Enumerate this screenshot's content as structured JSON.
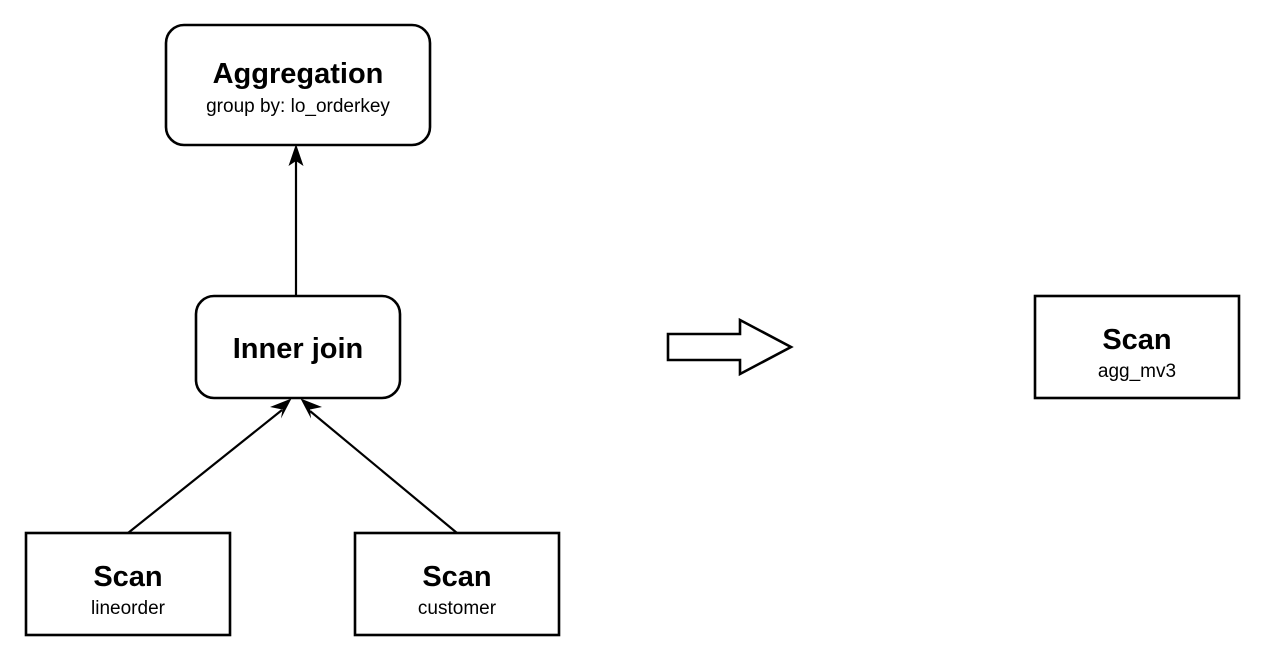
{
  "diagram": {
    "type": "query-plan-rewrite",
    "description": "Query plan rewrite diagram: an aggregation over an inner join of two scans is rewritten into a single scan of a materialized view",
    "background_color": "#ffffff",
    "stroke_color": "#000000",
    "left_plan": {
      "nodes": [
        {
          "id": "aggregation",
          "title": "Aggregation",
          "subtitle": "group by: lo_orderkey",
          "shape": "rounded-rect"
        },
        {
          "id": "inner-join",
          "title": "Inner join",
          "subtitle": "",
          "shape": "rounded-rect"
        },
        {
          "id": "scan-lineorder",
          "title": "Scan",
          "subtitle": "lineorder",
          "shape": "rect"
        },
        {
          "id": "scan-customer",
          "title": "Scan",
          "subtitle": "customer",
          "shape": "rect"
        }
      ],
      "edges": [
        {
          "from": "inner-join",
          "to": "aggregation"
        },
        {
          "from": "scan-lineorder",
          "to": "inner-join"
        },
        {
          "from": "scan-customer",
          "to": "inner-join"
        }
      ]
    },
    "transform_arrow": {
      "direction": "right",
      "style": "hollow-block-arrow"
    },
    "right_plan": {
      "nodes": [
        {
          "id": "scan-agg-mv3",
          "title": "Scan",
          "subtitle": "agg_mv3",
          "shape": "rect"
        }
      ]
    }
  }
}
